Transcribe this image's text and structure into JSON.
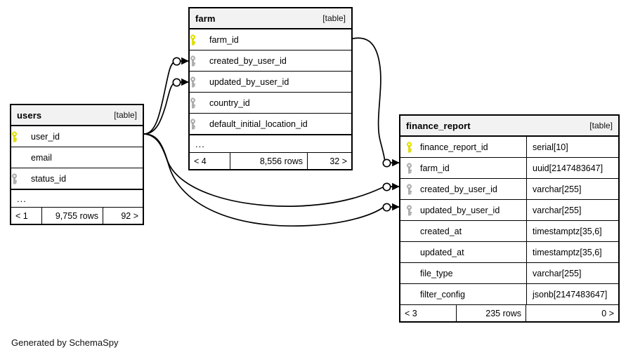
{
  "diagram": {
    "caption": "Generated by SchemaSpy",
    "table_kind_label": "[table]",
    "ellipsis": "...",
    "colors": {
      "primary_key": "#e8e800",
      "foreign_key": "#b3b3b3",
      "header_bg": "#f2f2f2",
      "border": "#000000",
      "background": "#ffffff"
    }
  },
  "tables": {
    "users": {
      "name": "users",
      "kind": "[table]",
      "columns": [
        {
          "name": "user_id",
          "key": "primary"
        },
        {
          "name": "email",
          "key": "none"
        },
        {
          "name": "status_id",
          "key": "foreign"
        }
      ],
      "more_indicator": "...",
      "footer": {
        "left": "< 1",
        "middle": "9,755 rows",
        "right": "92 >"
      }
    },
    "farm": {
      "name": "farm",
      "kind": "[table]",
      "columns": [
        {
          "name": "farm_id",
          "key": "primary"
        },
        {
          "name": "created_by_user_id",
          "key": "foreign"
        },
        {
          "name": "updated_by_user_id",
          "key": "foreign"
        },
        {
          "name": "country_id",
          "key": "foreign"
        },
        {
          "name": "default_initial_location_id",
          "key": "foreign"
        }
      ],
      "more_indicator": "...",
      "footer": {
        "left": "< 4",
        "middle": "8,556 rows",
        "right": "32 >"
      }
    },
    "finance_report": {
      "name": "finance_report",
      "kind": "[table]",
      "columns": [
        {
          "name": "finance_report_id",
          "key": "primary",
          "type": "serial[10]"
        },
        {
          "name": "farm_id",
          "key": "foreign",
          "type": "uuid[2147483647]"
        },
        {
          "name": "created_by_user_id",
          "key": "foreign",
          "type": "varchar[255]"
        },
        {
          "name": "updated_by_user_id",
          "key": "foreign",
          "type": "varchar[255]"
        },
        {
          "name": "created_at",
          "key": "none",
          "type": "timestamptz[35,6]"
        },
        {
          "name": "updated_at",
          "key": "none",
          "type": "timestamptz[35,6]"
        },
        {
          "name": "file_type",
          "key": "none",
          "type": "varchar[255]"
        },
        {
          "name": "filter_config",
          "key": "none",
          "type": "jsonb[2147483647]"
        }
      ],
      "footer": {
        "left": "< 3",
        "middle": "235 rows",
        "right": "0 >"
      }
    }
  },
  "relationships": [
    {
      "from_table": "users",
      "from_column": "user_id",
      "to_table": "farm",
      "to_column": "created_by_user_id"
    },
    {
      "from_table": "users",
      "from_column": "user_id",
      "to_table": "farm",
      "to_column": "updated_by_user_id"
    },
    {
      "from_table": "users",
      "from_column": "user_id",
      "to_table": "finance_report",
      "to_column": "created_by_user_id"
    },
    {
      "from_table": "users",
      "from_column": "user_id",
      "to_table": "finance_report",
      "to_column": "updated_by_user_id"
    },
    {
      "from_table": "farm",
      "from_column": "farm_id",
      "to_table": "finance_report",
      "to_column": "farm_id"
    }
  ]
}
